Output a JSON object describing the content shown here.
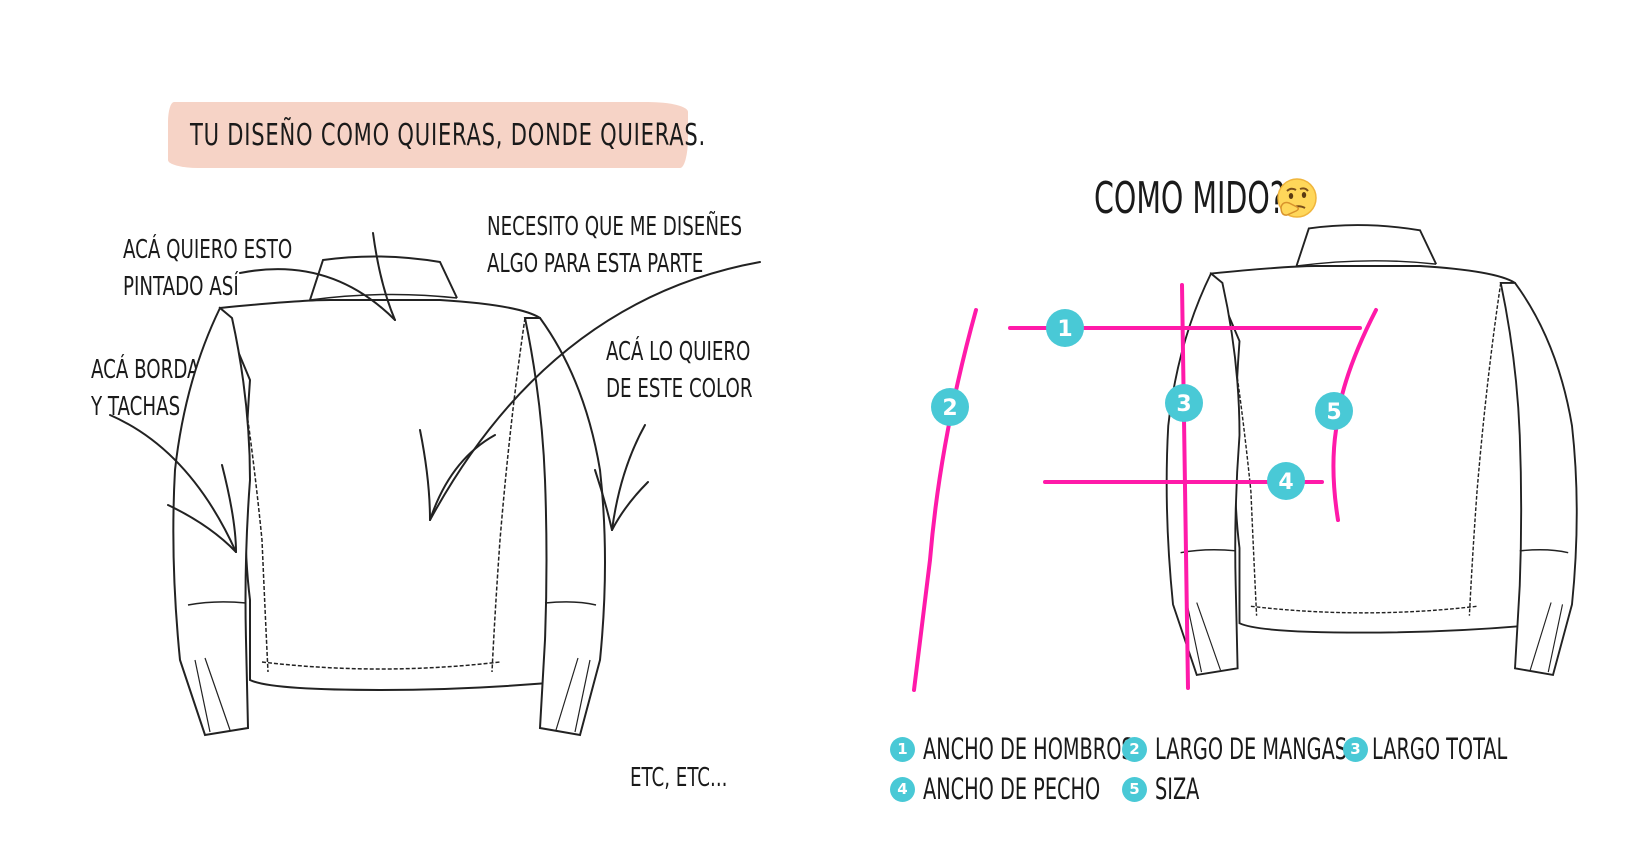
{
  "banner": {
    "text": "Tu diseño como quieras, donde quieras."
  },
  "annotations": {
    "aca_quiero": [
      "Acá quiero esto",
      "pintado así"
    ],
    "necesito": [
      "Necesito que me diseñes",
      "algo para esta parte"
    ],
    "aca_bordado": [
      "Acá bordado",
      "y tachas"
    ],
    "aca_lo_quiero": [
      "Acá lo quiero",
      "de este color"
    ],
    "etc": "etc, etc..."
  },
  "measure_title": "Como mido?",
  "emoji": "thinking-face-icon",
  "colors": {
    "banner": "#f6d3c6",
    "measure_line": "#ff1aa9",
    "badge": "#49c9d6"
  },
  "legend": [
    {
      "num": "1",
      "label": "Ancho de hombros"
    },
    {
      "num": "2",
      "label": "Largo de mangas"
    },
    {
      "num": "3",
      "label": "Largo total"
    },
    {
      "num": "4",
      "label": "Ancho de pecho"
    },
    {
      "num": "5",
      "label": "Siza"
    }
  ]
}
